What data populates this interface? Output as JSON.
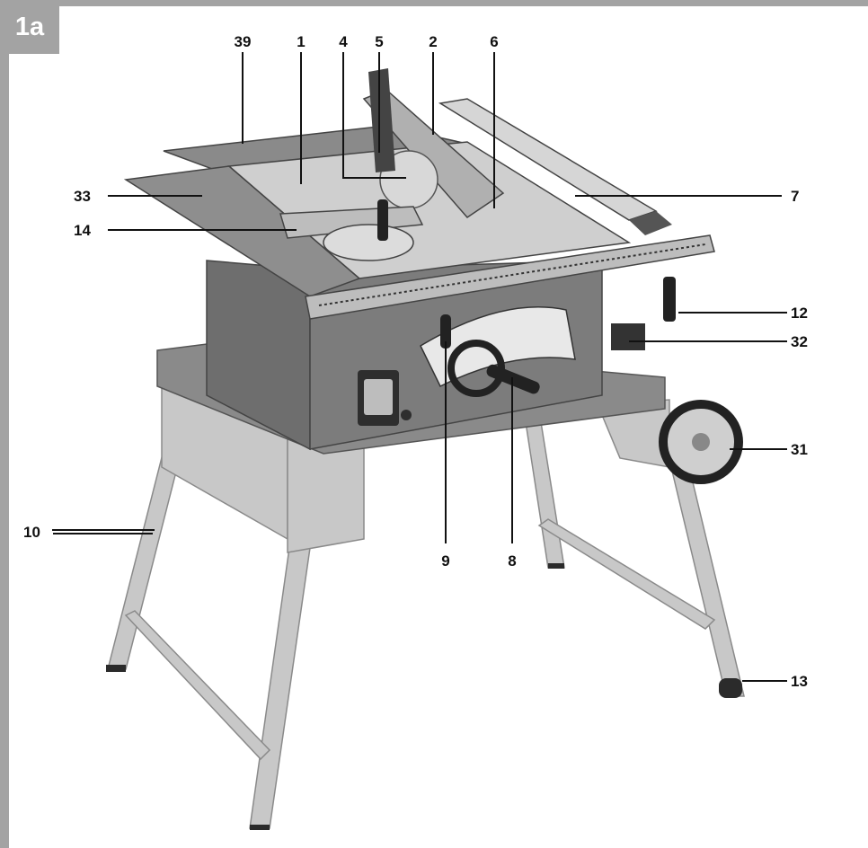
{
  "figure": {
    "badge": "1a",
    "colors": {
      "frame": "#a3a3a3",
      "body": "#7a7a7a",
      "body_dark": "#5e5e5e",
      "table_top": "#cfcfcf",
      "extension": "#8e8e8e",
      "legs": "#c8c8c8",
      "leader": "#111111"
    },
    "callouts": [
      {
        "id": "39",
        "label": "39"
      },
      {
        "id": "1",
        "label": "1"
      },
      {
        "id": "4",
        "label": "4"
      },
      {
        "id": "5",
        "label": "5"
      },
      {
        "id": "2",
        "label": "2"
      },
      {
        "id": "6",
        "label": "6"
      },
      {
        "id": "7",
        "label": "7"
      },
      {
        "id": "33",
        "label": "33"
      },
      {
        "id": "14",
        "label": "14"
      },
      {
        "id": "12",
        "label": "12"
      },
      {
        "id": "32",
        "label": "32"
      },
      {
        "id": "31",
        "label": "31"
      },
      {
        "id": "10",
        "label": "10"
      },
      {
        "id": "9",
        "label": "9"
      },
      {
        "id": "8",
        "label": "8"
      },
      {
        "id": "13",
        "label": "13"
      }
    ]
  }
}
